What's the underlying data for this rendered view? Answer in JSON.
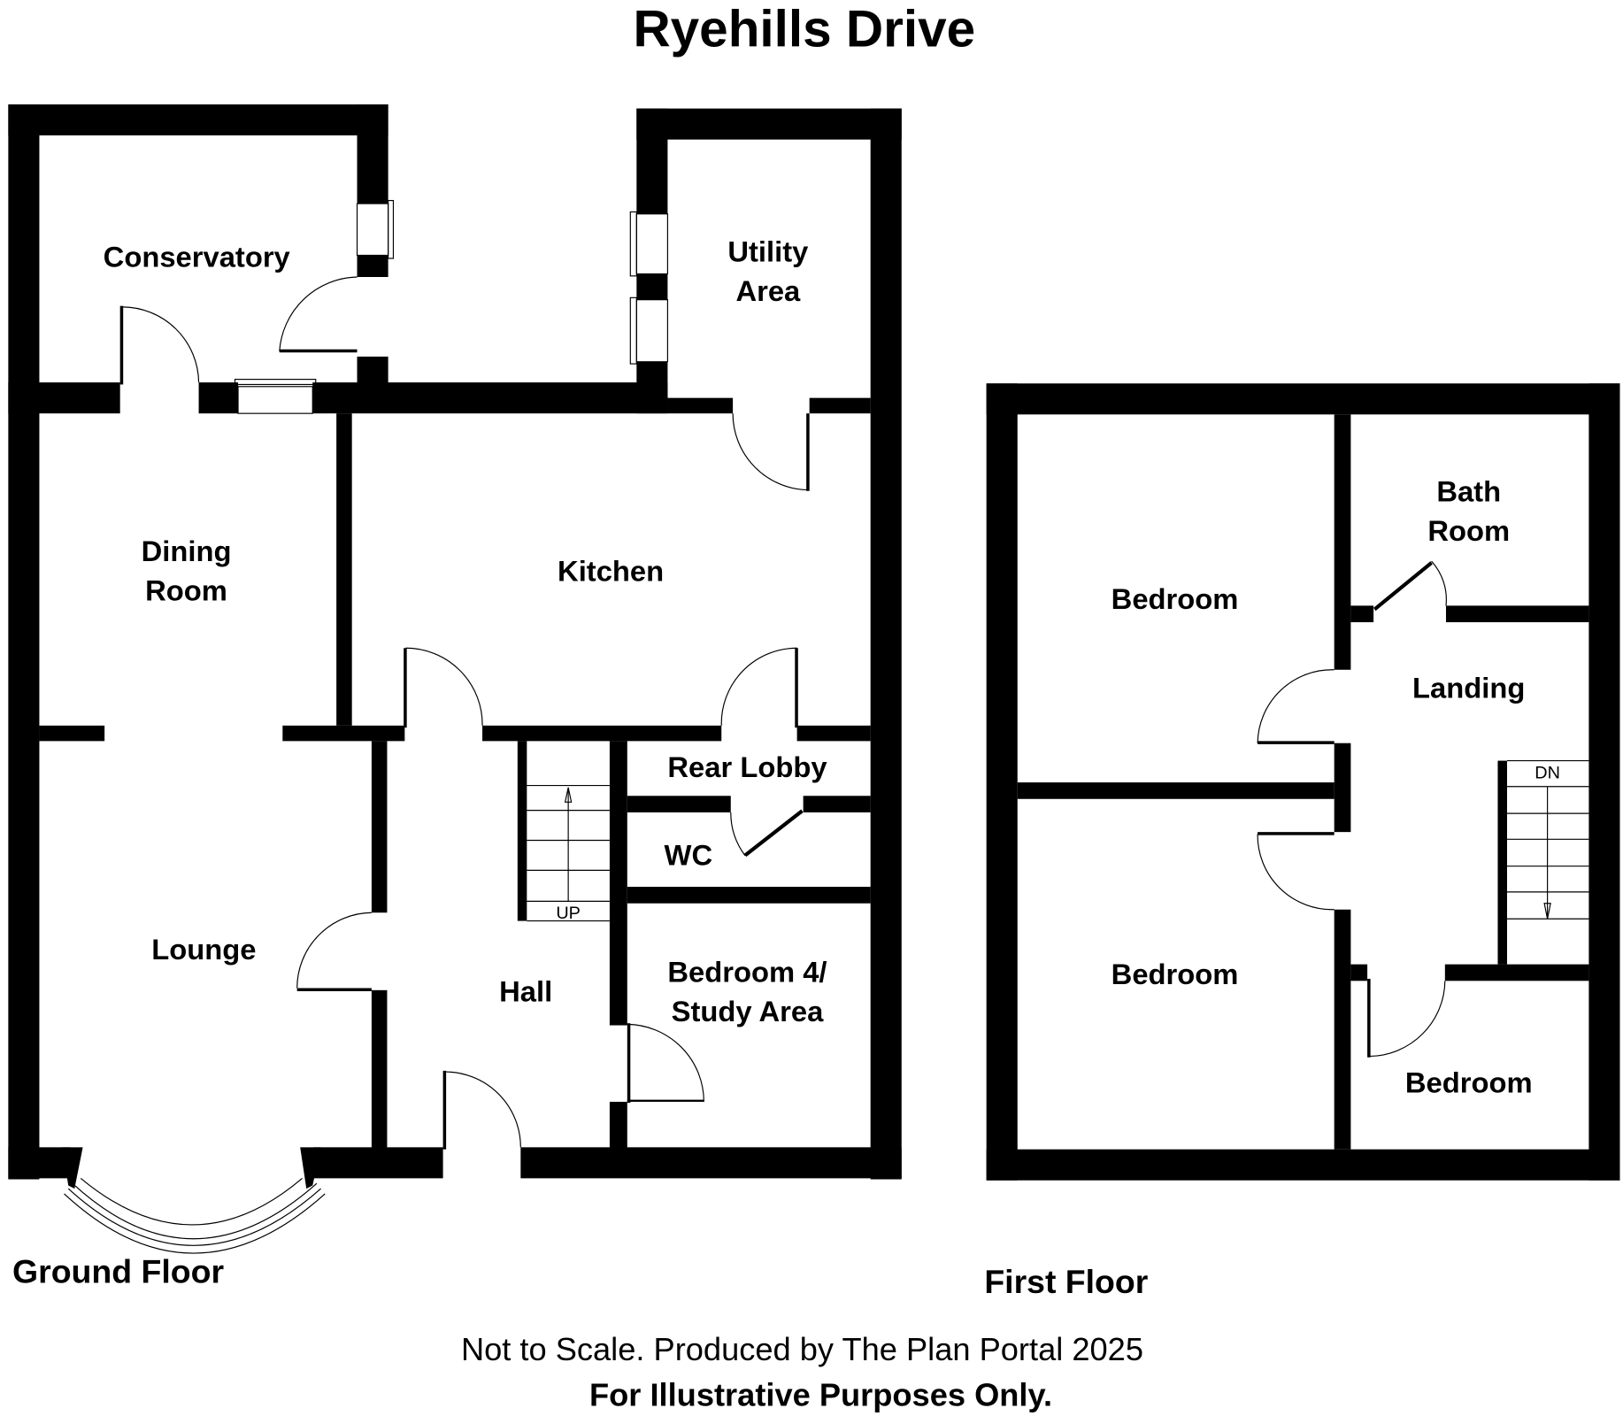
{
  "title": "Ryehills Drive",
  "colors": {
    "wall": "#000000",
    "background": "#ffffff"
  },
  "ground_floor": {
    "label": "Ground Floor",
    "rooms": {
      "conservatory": "Conservatory",
      "utility_1": "Utility",
      "utility_2": "Area",
      "dining_1": "Dining",
      "dining_2": "Room",
      "kitchen": "Kitchen",
      "rear_lobby": "Rear Lobby",
      "wc": "WC",
      "lounge": "Lounge",
      "hall": "Hall",
      "bedroom4_1": "Bedroom 4/",
      "bedroom4_2": "Study Area"
    },
    "stairs_label": "UP"
  },
  "first_floor": {
    "label": "First Floor",
    "rooms": {
      "bedroom_a": "Bedroom",
      "bath_1": "Bath",
      "bath_2": "Room",
      "landing": "Landing",
      "bedroom_b": "Bedroom",
      "bedroom_c": "Bedroom"
    },
    "stairs_label": "DN"
  },
  "footer": {
    "line1": "Not to Scale. Produced by The Plan Portal 2025",
    "line2": "For Illustrative Purposes Only."
  }
}
